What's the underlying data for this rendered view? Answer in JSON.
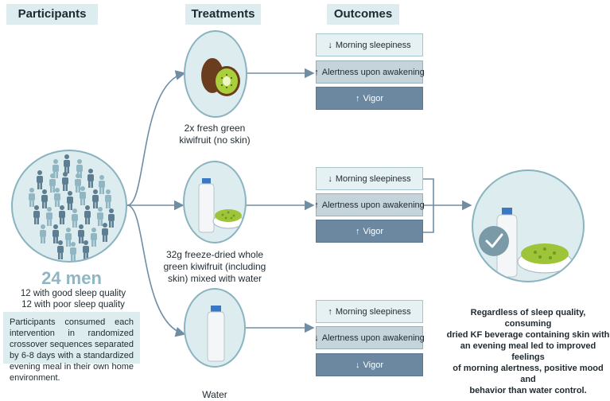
{
  "headers": {
    "participants": "Participants",
    "treatments": "Treatments",
    "outcomes": "Outcomes"
  },
  "participants": {
    "count": "24 men",
    "good": "12 with good sleep quality",
    "poor": "12 with poor sleep quality",
    "description": "Participants consumed each intervention in randomized crossover sequences separated by 6-8 days with a standardized evening meal in their own home environment."
  },
  "treatments": [
    {
      "caption_line1": "2x fresh green",
      "caption_line2": "kiwifruit (no skin)",
      "outcomes": [
        {
          "arrow": "↓",
          "label": "Morning sleepiness"
        },
        {
          "arrow": "↑",
          "label": "Alertness upon awakening"
        },
        {
          "arrow": "↑",
          "label": "Vigor"
        }
      ]
    },
    {
      "caption_line1": "32g freeze-dried whole",
      "caption_line2": "green kiwifruit (including",
      "caption_line3": "skin) mixed with water",
      "outcomes": [
        {
          "arrow": "↓",
          "label": "Morning sleepiness"
        },
        {
          "arrow": "↑",
          "label": "Alertness upon awakening"
        },
        {
          "arrow": "↑",
          "label": "Vigor"
        }
      ]
    },
    {
      "caption_line1": "Water",
      "outcomes": [
        {
          "arrow": "↑",
          "label": "Morning sleepiness"
        },
        {
          "arrow": "↓",
          "label": "Alertness upon awakening"
        },
        {
          "arrow": "↓",
          "label": "Vigor"
        }
      ]
    }
  ],
  "conclusion": {
    "line1": "Regardless of sleep quality, consuming",
    "line2": "dried KF beverage containing skin with",
    "line3": "an evening meal led to improved feelings",
    "line4": "of morning alertness, positive mood and",
    "line5": "behavior than water control."
  },
  "colors": {
    "panel": "#dcecef",
    "box_light": "#e6f1f4",
    "box_mid": "#c5d4da",
    "box_dark": "#6b88a0",
    "figure_dark": "#5d7d92",
    "figure_light": "#8fb6c2",
    "kiwi_green": "#8bb82b"
  }
}
